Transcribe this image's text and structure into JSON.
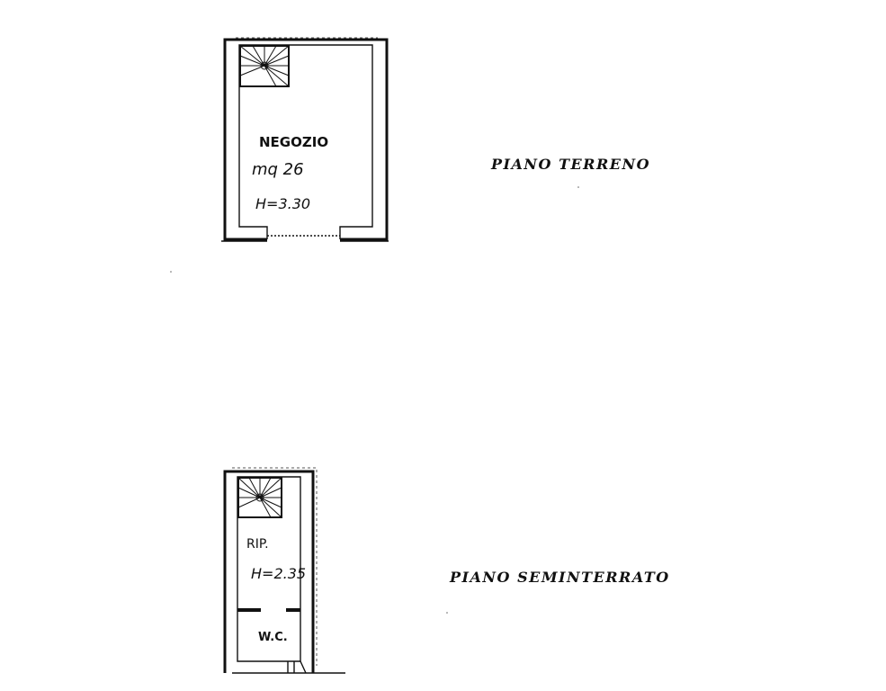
{
  "ground_floor": {
    "title": "PIANO TERRENO",
    "room_name": "NEGOZIO",
    "area": "mq 26",
    "height": "H=3.30"
  },
  "basement": {
    "title": "PIANO SEMINTERRATO",
    "room_name": "RIP.",
    "height": "H=2.35",
    "wc_label": "W.C."
  },
  "colors": {
    "ink": "#111111",
    "background": "#ffffff"
  }
}
